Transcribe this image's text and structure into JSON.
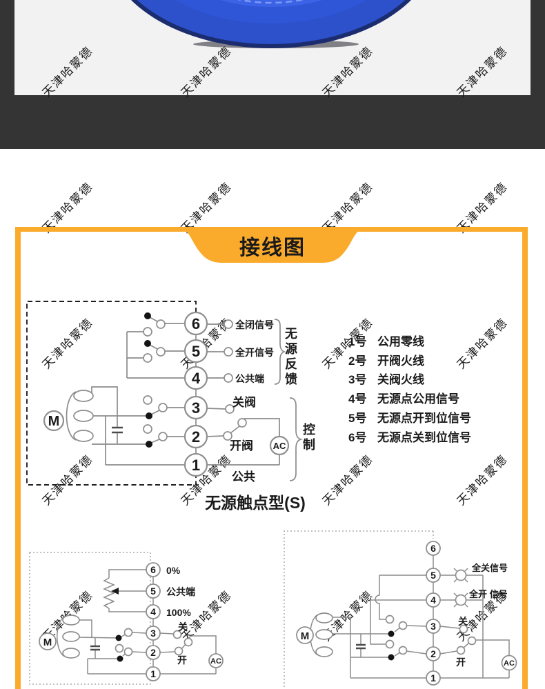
{
  "banner": {
    "title": "接线图"
  },
  "watermark": {
    "text": "天津哈蒙德",
    "color": "#d7d7d7"
  },
  "colors": {
    "accent_orange": "#FBAB2B",
    "top_band_dark": "#343434",
    "photo_background": "#F2F2F2",
    "product_blue": "#2D50CB",
    "line_gray": "#8C8C8C",
    "watermark_gray": "#D7D7D7"
  },
  "main_diagram": {
    "caption": "无源触点型(S)",
    "terminals": [
      "6",
      "5",
      "4",
      "3",
      "2",
      "1"
    ],
    "motor_label": "M",
    "power_label": "AC",
    "feedback_labels": {
      "closed": "全闭信号",
      "open": "全开信号",
      "common": "公共端"
    },
    "feedback_group": "无源反馈",
    "control_labels": {
      "close": "关阀",
      "open": "开阀",
      "common": "公共"
    },
    "control_group": "控制"
  },
  "terminal_legend": {
    "items": [
      {
        "no": "1号",
        "desc": "公用零线"
      },
      {
        "no": "2号",
        "desc": "开阀火线"
      },
      {
        "no": "3号",
        "desc": "关阀火线"
      },
      {
        "no": "4号",
        "desc": "无源点公用信号"
      },
      {
        "no": "5号",
        "desc": "无源点开到位信号"
      },
      {
        "no": "6号",
        "desc": "无源点关到位信号"
      }
    ]
  },
  "pot_diagram": {
    "terminals": [
      "6",
      "5",
      "4",
      "3",
      "2",
      "1"
    ],
    "motor_label": "M",
    "power_label": "AC",
    "labels": {
      "zero": "0%",
      "common": "公共端",
      "hundred": "100%",
      "close": "关",
      "open": "开"
    }
  },
  "lamp_diagram": {
    "terminals": [
      "6",
      "5",
      "4",
      "3",
      "2",
      "1"
    ],
    "motor_label": "M",
    "power_label": "AC",
    "labels": {
      "full_close": "全关信号",
      "full_open": "全开 信号",
      "close": "关",
      "open": "开"
    }
  }
}
